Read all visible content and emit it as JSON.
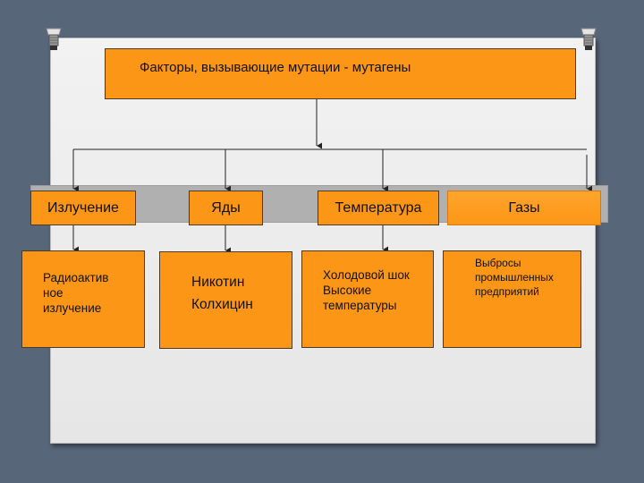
{
  "diagram": {
    "title": "Факторы, вызывающие мутации - мутагены",
    "categories": [
      {
        "label": "Излучение",
        "items": [
          "Радиоактив",
          "ное",
          "излучение"
        ]
      },
      {
        "label": "Яды",
        "items": [
          "Никотин",
          "Колхицин"
        ]
      },
      {
        "label": "Температура",
        "items": [
          "Холодовой шок",
          "Высокие",
          "температуры"
        ]
      },
      {
        "label": "Газы",
        "items": [
          "Выбросы",
          "промышленных",
          "предприятий"
        ]
      }
    ]
  },
  "colors": {
    "box_fill": "#fb9617",
    "background": "#58667a",
    "board": "#ececec",
    "band": "#b0b0b0"
  }
}
